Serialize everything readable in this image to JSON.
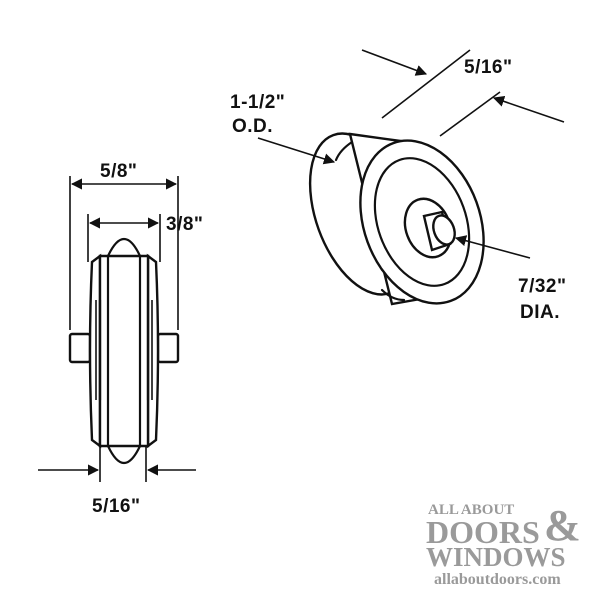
{
  "side_view": {
    "overall_width": "5/8\"",
    "wheel_width": "3/8\"",
    "groove_width": "5/16\""
  },
  "perspective_view": {
    "wheel_width": "5/16\"",
    "outer_diameter_line1": "1-1/2\"",
    "outer_diameter_line2": "O.D.",
    "axle_diameter_line1": "7/32\"",
    "axle_diameter_line2": "DIA."
  },
  "watermark": {
    "line1": "ALL ABOUT",
    "line2": "DOORS",
    "ampersand": "&",
    "line3": "WINDOWS",
    "url": "allaboutdoors.com"
  },
  "colors": {
    "ink": "#111111",
    "watermark": "#9a9a9a"
  }
}
